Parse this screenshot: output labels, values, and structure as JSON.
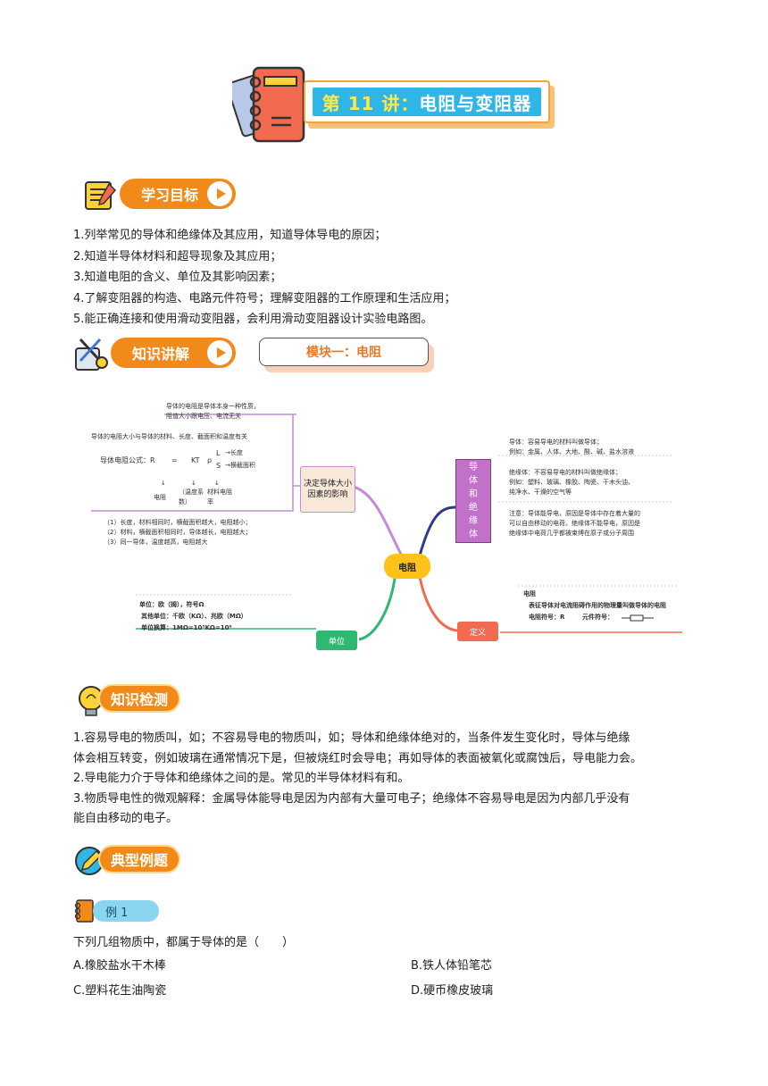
{
  "title": {
    "lesson_num": "第 11 讲",
    "colon": "：",
    "name": "电阻与变阻器"
  },
  "sections": {
    "goals": "学习目标",
    "knowledge": "知识讲解",
    "module": "模块一：电阻",
    "check": "知识检测",
    "examples": "典型例题"
  },
  "goals": [
    "1.列举常见的导体和绝缘体及其应用，知道导体导电的原因；",
    "2.知道半导体材料和超导现象及其应用；",
    "3.知道电阻的含义、单位及其影响因素；",
    "4.了解变阻器的构造、电路元件符号；理解变阻器的工作原理和生活应用；",
    "5.能正确连接和使用滑动变阻器，会利用滑动变阻器设计实验电路图。"
  ],
  "mindmap": {
    "center": "电阻",
    "factors_node": "决定导体大小因素的影响",
    "conductor_node": "导体和绝缘体",
    "unit_node": "单位",
    "def_node": "定义",
    "top_note": [
      "导体的电阻是导体本身一种性质，",
      "阻值大小跟电压、电流无关"
    ],
    "factors_intro": "导体的电阻大小与导体的材料、长度、截面积和温度有关",
    "formula_label": "导体电阻公式：R",
    "formula_eq": "=",
    "formula_kt": "KT",
    "formula_rho": "ρ",
    "formula_num": "L",
    "formula_den": "S",
    "formula_len": "→长度",
    "formula_area": "→横截面积",
    "sub_r": "电阻",
    "sub_t": "（温度系数）",
    "sub_rho": "材料电阻率",
    "factors_rules": [
      "（1）长度，材料相同时，横截面积越大，电阻越小；",
      "（2）材料，横截面积相同时，导体越长，电阻越大；",
      "（3）同一导体，温度越高，电阻越大"
    ],
    "conductor_text": [
      "导体：容易导电的材料叫做导体；",
      "例如：金属、人体、大地、酸、碱、盐水溶液",
      "绝缘体：不容易导电的材料叫做绝缘体；",
      "例如：塑料、玻璃、橡胶、陶瓷、干木头油、",
      "纯净水、干燥的空气等",
      "注意：导体能导电，原因是导体中存在着大量的",
      "可以自由移动的电荷。绝缘体不能导电，原因是",
      "绝缘体中电荷几乎都被束缚在原子或分子周围"
    ],
    "unit_text": [
      "单位：欧（姆），符号Ω",
      "其他单位：千欧（KΩ）、兆欧（MΩ）",
      "单位换算：1MΩ=10³KΩ=10⁶"
    ],
    "def_title": "电阻",
    "def_text": "表征导体对电流阻碍作用的物理量叫做导体的电阻",
    "def_symbol": "电阻符号：R",
    "def_component": "元件符号："
  },
  "check_text": [
    "1.容易导电的物质叫，如；不容易导电的物质叫，如；导体和绝缘体绝对的，当条件发生变化时，导体与绝缘",
    "体会相互转变，例如玻璃在通常情况下是，但被烧红时会导电；再如导体的表面被氧化或腐蚀后，导电能力会。",
    "2.导电能力介于导体和绝缘体之间的是。常见的半导体材料有和。",
    "3.物质导电性的微观解释：金属导体能导电是因为内部有大量可电子；绝缘体不容易导电是因为内部几乎没有",
    "能自由移动的电子。"
  ],
  "example": {
    "badge": "例 1",
    "question": "下列几组物质中，都属于导体的是（　　）",
    "options": [
      "A.橡胶盐水干木棒",
      "B.铁人体铅笔芯",
      "C.塑料花生油陶瓷",
      "D.硬币橡皮玻璃"
    ]
  },
  "colors": {
    "orange": "#f28a1a",
    "blue": "#30b6e6",
    "purple": "#b06ab3",
    "center_yellow": "#ffc21a",
    "green": "#2eb872",
    "red": "#f26a4f"
  }
}
